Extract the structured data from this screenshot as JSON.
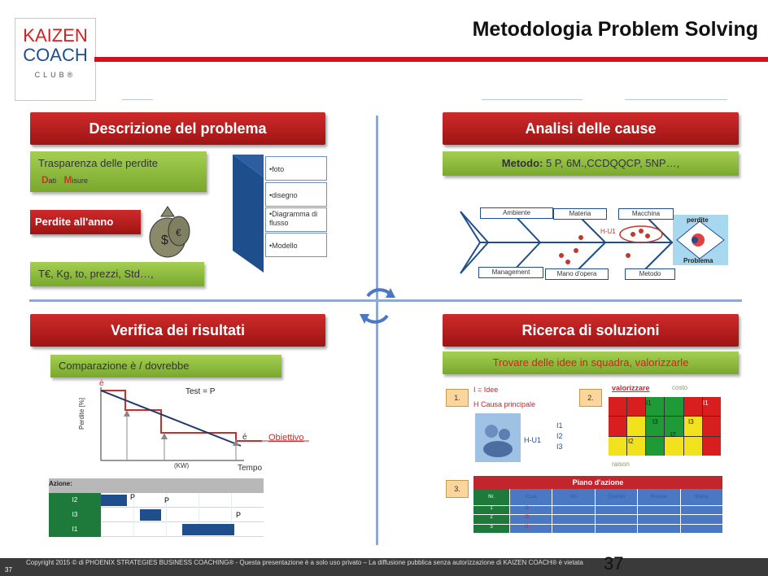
{
  "header": {
    "logo_line1": "KAIZEN",
    "logo_line2": "COACH",
    "logo_line3": "CLUB®",
    "title": "Metodologia Problem Solving"
  },
  "q1": {
    "bar": "Descrizione del problema",
    "transparency": "Trasparenza delle perdite",
    "dati_letter": "D",
    "dati_rest": "ati",
    "misure_letter": "M",
    "misure_rest": "isure",
    "losses_label": "Perdite all'anno",
    "units": "T€, Kg, to, prezzi, Std…,",
    "list": [
      "•foto",
      "•disegno",
      "•Diagramma di flusso",
      "•Modello"
    ]
  },
  "q2": {
    "bar": "Analisi delle cause",
    "method_label": "Metodo:",
    "method_value": " 5 P, 6M.,CCDQQCP, 5NP…,",
    "fishbone": {
      "top": [
        "Ambiente",
        "Materia",
        "Macchina"
      ],
      "bottom": [
        "Management",
        "Mano d'opera",
        "Metodo"
      ],
      "hyp": "H-U1",
      "head_top": "perdite",
      "head_bottom": "Problema"
    }
  },
  "q3": {
    "bar": "Verifica dei risultati",
    "compare": "Comparazione è / dovrebbe",
    "chart": {
      "marker_is": "è",
      "test": "Test = P",
      "ylabel": "Perdite [%]",
      "xlabel": "(KW)",
      "target_is": "é",
      "target": "Obiettivo",
      "time": "Tempo"
    },
    "gantt": {
      "header": "Azione:",
      "rows": [
        "I2",
        "I3",
        "I1"
      ],
      "marks": [
        "P",
        "P",
        "P"
      ]
    }
  },
  "q4": {
    "bar": "Ricerca di soluzioni",
    "subtitle": "Trovare delle idee in squadra, valorizzarle",
    "step1": "1.",
    "step2": "2.",
    "step3": "3.",
    "ideas": "I = Idee",
    "cause": "H Causa principale",
    "hu1": "H-U1",
    "idea_list": [
      "I1",
      "I2",
      "I3"
    ],
    "valorize": "valorizzare",
    "cost": "costo",
    "raison": "raison",
    "matrix_labels": [
      "I1",
      "I3",
      "I2",
      "I1",
      "I3",
      "I2"
    ],
    "plan_title": "Piano d'azione",
    "plan_headers": [
      "Nr.",
      "Cosa",
      "Chi",
      "Quando",
      "Risorse",
      "Status"
    ],
    "plan_rows": [
      {
        "nr": "1",
        "cosa": "I2"
      },
      {
        "nr": "2",
        "cosa": "I3"
      },
      {
        "nr": "3",
        "cosa": "I1"
      }
    ]
  },
  "footer": {
    "page": "37",
    "copyright": "Copyright 2015 © di PHOENIX STRATEGIES BUSINESS COACHING® - Questa presentazione è a solo uso privato – La diffusione pubblica senza autorizzazione di KAIZEN COACH® è vietata",
    "big_page": "37"
  }
}
